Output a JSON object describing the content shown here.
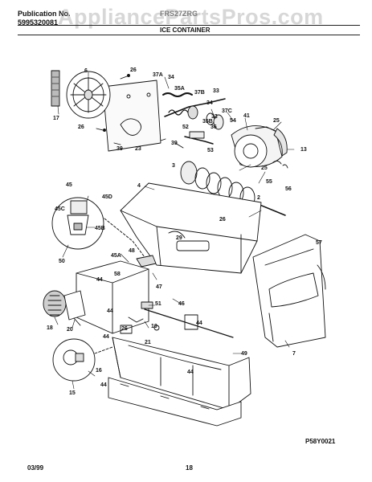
{
  "header": {
    "publication_label": "Publication No.",
    "publication_number": "5995320081",
    "model": "FRS27ZRG",
    "section_title": "ICE CONTAINER",
    "watermark": "AppliancePartsPros.com"
  },
  "part_labels": {
    "p6": "6",
    "p26a": "26",
    "p37a": "37A",
    "p34": "34",
    "p36a": "35A",
    "p37b": "37B",
    "p34b": "34",
    "p33": "33",
    "p17": "17",
    "p26b": "26",
    "p39a": "39",
    "p23": "23",
    "p39b": "39",
    "p52": "52",
    "p35b": "35B",
    "p36": "36",
    "p33b": "33",
    "p37c": "37C",
    "p41": "41",
    "p54": "54",
    "p25a": "25",
    "p53": "53",
    "p13": "13",
    "p25b": "25",
    "p55": "55",
    "p56": "56",
    "p3": "3",
    "p4": "4",
    "p2": "2",
    "p45": "45",
    "p45d": "45D",
    "p45c": "45C",
    "p45b": "45B",
    "p26c": "26",
    "p29": "29",
    "p57": "57",
    "p50": "50",
    "p45a": "45A",
    "p48": "48",
    "p44a": "44",
    "p58": "58",
    "p47": "47",
    "p46": "46",
    "p51": "51",
    "p18": "18",
    "p20": "20",
    "p44b": "44",
    "p26d": "26",
    "p10": "10",
    "p44c": "44",
    "p21": "21",
    "p44d": "44",
    "p7": "7",
    "p49": "49",
    "p16": "16",
    "p44e": "44",
    "p44f": "44",
    "p15": "15"
  },
  "footer": {
    "date": "03/99",
    "page": "18",
    "figure_code": "P58Y0021"
  }
}
